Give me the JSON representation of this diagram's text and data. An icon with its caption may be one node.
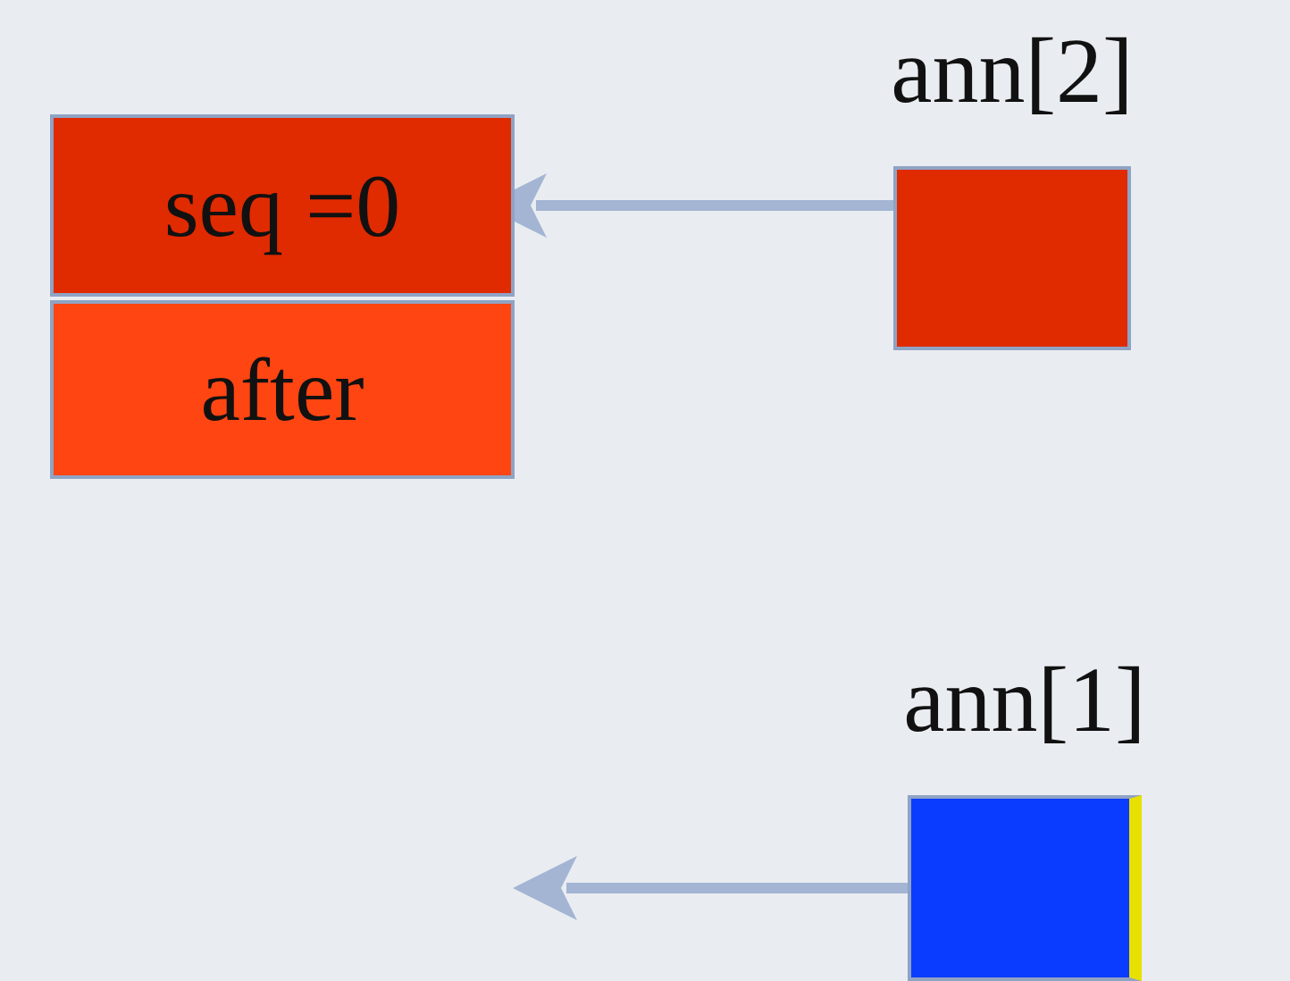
{
  "diagram": {
    "nodes": [
      {
        "text": [
          "seq =0"
        ]
      },
      {
        "text": [
          "after"
        ]
      },
      {
        "text": [
          "ann[2]"
        ]
      },
      {
        "text": [
          "ann[1]"
        ]
      }
    ],
    "edges": [
      {
        "from": 2,
        "to": 0,
        "arrow": "to"
      },
      {
        "from": 3,
        "to": null,
        "arrow": "to"
      }
    ]
  }
}
